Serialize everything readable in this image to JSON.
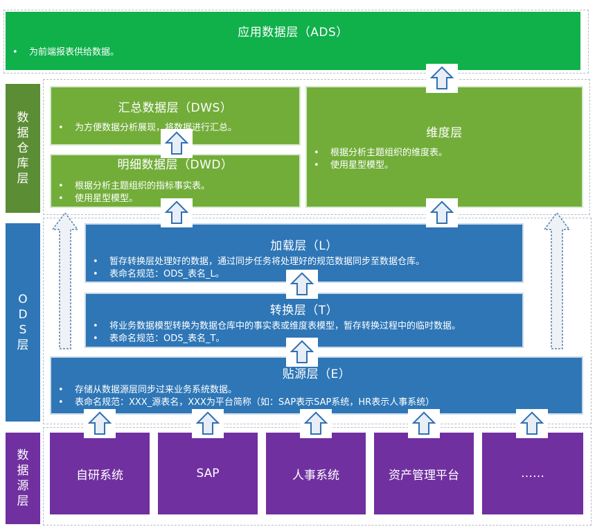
{
  "ads": {
    "title": "应用数据层（ADS）",
    "bullets": [
      "为前端报表供给数据。"
    ]
  },
  "dw_side_label": [
    "数",
    "据",
    "仓",
    "库",
    "层"
  ],
  "dws": {
    "title": "汇总数据层（DWS）",
    "bullets": [
      "为方便数据分析展现，将数据进行汇总。"
    ]
  },
  "dim": {
    "title": "维度层",
    "bullets": [
      "根据分析主题组织的维度表。",
      "使用星型模型。"
    ]
  },
  "dwd": {
    "title": "明细数据层（DWD）",
    "bullets": [
      "根据分析主题组织的指标事实表。",
      "使用星型模型。"
    ]
  },
  "ods_side_label": [
    "O",
    "D",
    "S",
    "层"
  ],
  "load": {
    "title": "加载层（L）",
    "bullets": [
      "暂存转换层处理好的数据，通过同步任务将处理好的规范数据同步至数据仓库。",
      "表命名规范：ODS_表名_L。"
    ]
  },
  "transform": {
    "title": "转换层（T）",
    "bullets": [
      "将业务数据模型转换为数据仓库中的事实表或维度表模型，暂存转换过程中的临时数据。",
      "表命名规范：ODS_表名_T。"
    ]
  },
  "extract": {
    "title": "贴源层（E）",
    "bullets": [
      "存储从数据源层同步过来业务系统数据。",
      "表命名规范：XXX_源表名，XXX为平台简称（如：SAP表示SAP系统，HR表示人事系统）"
    ]
  },
  "src_side_label": [
    "数",
    "据",
    "源",
    "层"
  ],
  "sources": [
    "自研系统",
    "SAP",
    "人事系统",
    "资产管理平台",
    "……"
  ],
  "colors": {
    "ads": "#10b04b",
    "dw": "#72ad3a",
    "ods": "#2e76b6",
    "source": "#7030a0",
    "arrow_fill": "#e8eef7",
    "arrow_stroke": "#2f6fb0"
  }
}
